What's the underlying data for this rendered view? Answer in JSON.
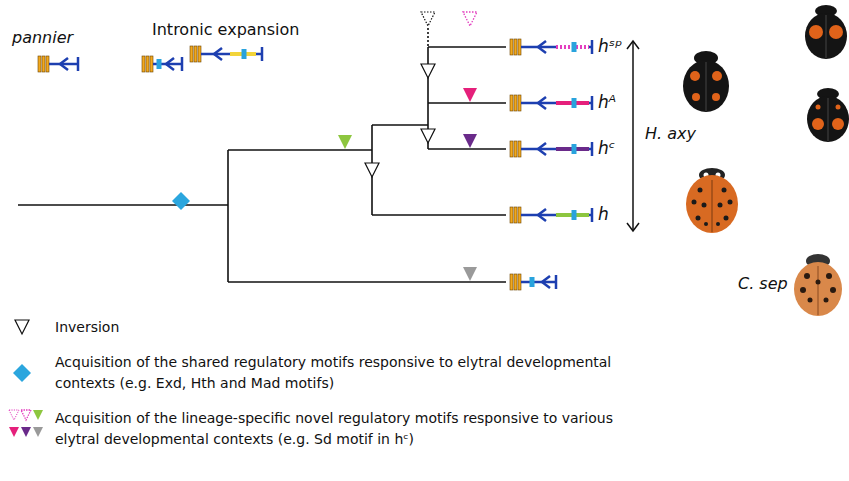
{
  "diagram": {
    "labels": [
      "pannier",
      "Intronic expansion",
      "hˢᵖ",
      "hᴬ",
      "hᶜ",
      "h",
      "H. axy",
      "C. sep"
    ],
    "legend": [
      {
        "text": "Inversion"
      },
      {
        "text": "Acquisition of the shared regulatory motifs responsive to elytral developmental contexts (e.g. Exd, Hth and Mad motifs)"
      },
      {
        "text": "Acquisition of the lineage-specific novel regulatory motifs responsive to various elytral developmental contexts (e.g. Sd motif in hᶜ)"
      }
    ]
  }
}
